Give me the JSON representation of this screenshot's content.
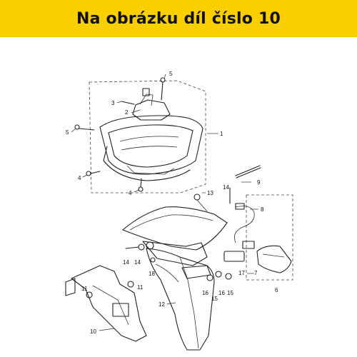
{
  "banner": {
    "text": "Na obrázku díl číslo 10",
    "color": "#f9cf00"
  },
  "labels": {
    "l1": "1",
    "l2": "2",
    "l3": "3",
    "l4a": "4",
    "l4b": "4",
    "l5a": "5",
    "l5b": "5",
    "l6": "6",
    "l7": "7",
    "l8": "8",
    "l9": "9",
    "l10": "10",
    "l11a": "11",
    "l11b": "11",
    "l12": "12",
    "l13": "13",
    "l14a": "14",
    "l14b": "14",
    "l14c": "14",
    "l15a": "15",
    "l15b": "15",
    "l16a": "16",
    "l16b": "16",
    "l17": "17",
    "l18": "18"
  }
}
